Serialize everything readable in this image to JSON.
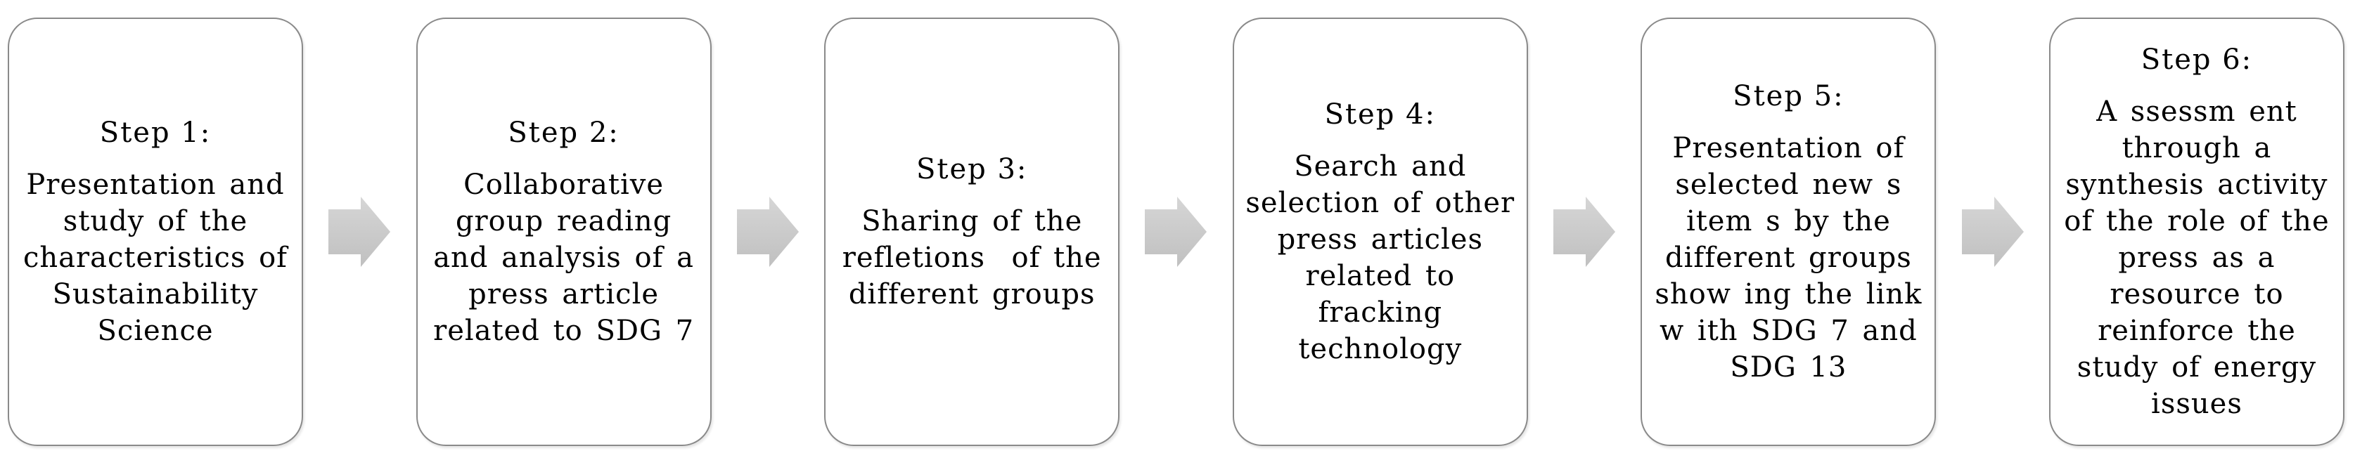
{
  "figure": {
    "background_color": "#ffffff",
    "box_border_color": "#8a8a8a",
    "arrow_fill_color": "#c6c6c6",
    "arrow_fill_light": "#d6d6d6",
    "text_color": "#000000",
    "arrow_icon": "right-block-arrow-icon"
  },
  "steps": [
    {
      "heading": "Step 1:",
      "lines": [
        "Presentation and",
        "study of the",
        "characteristics of",
        "Sustainability",
        "Science"
      ]
    },
    {
      "heading": "Step 2:",
      "lines": [
        "Collaborative",
        "group reading",
        "and analysis of a",
        "press article",
        "related to SDG 7"
      ]
    },
    {
      "heading": "Step 3:",
      "lines": [
        "Sharing of the",
        "refletions  of the",
        "different groups"
      ]
    },
    {
      "heading": "Step 4:",
      "lines": [
        "Search and",
        "selection of other",
        "press articles",
        "related to",
        "fracking",
        "technology"
      ]
    },
    {
      "heading": "Step 5:",
      "lines": [
        "Presentation of",
        "selected new s",
        "item s by the",
        "different groups",
        "show ing the link",
        "w ith SDG 7 and",
        "SDG 13"
      ]
    },
    {
      "heading": "Step 6:",
      "lines": [
        "A ssessm ent",
        "through a",
        "synthesis activity",
        "of the role of the",
        "press as a",
        "resource to",
        "reinforce the",
        "study of energy",
        "issues"
      ]
    }
  ]
}
